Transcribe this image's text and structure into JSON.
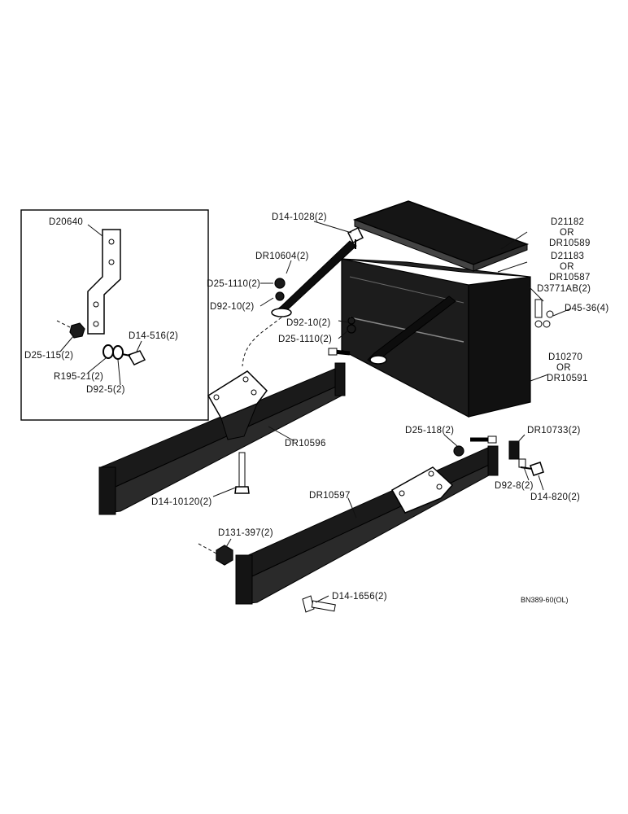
{
  "labels": {
    "d20640": "D20640",
    "d25_115": "D25-115(2)",
    "r195_21": "R195-21(2)",
    "d92_5": "D92-5(2)",
    "d14_516": "D14-516(2)",
    "d14_1028": "D14-1028(2)",
    "dr10604": "DR10604(2)",
    "d25_1110_a": "D25-1110(2)",
    "d92_10_a": "D92-10(2)",
    "d92_10_b": "D92-10(2)",
    "d25_1110_b": "D25-1110(2)",
    "d21182": "D21182",
    "or1": "OR",
    "dr10589": "DR10589",
    "d21183": "D21183",
    "or2": "OR",
    "dr10587": "DR10587",
    "d3771ab": "D3771AB(2)",
    "d45_36": "D45-36(4)",
    "d10270": "D10270",
    "or3": "OR",
    "dr10591": "DR10591",
    "d25_118": "D25-118(2)",
    "dr10733": "DR10733(2)",
    "d92_8": "D92-8(2)",
    "d14_820": "D14-820(2)",
    "dr10596": "DR10596",
    "d14_10120": "D14-10120(2)",
    "dr10597": "DR10597",
    "d131_397": "D131-397(2)",
    "d14_1656": "D14-1656(2)",
    "ref": "BN389-60(OL)"
  }
}
